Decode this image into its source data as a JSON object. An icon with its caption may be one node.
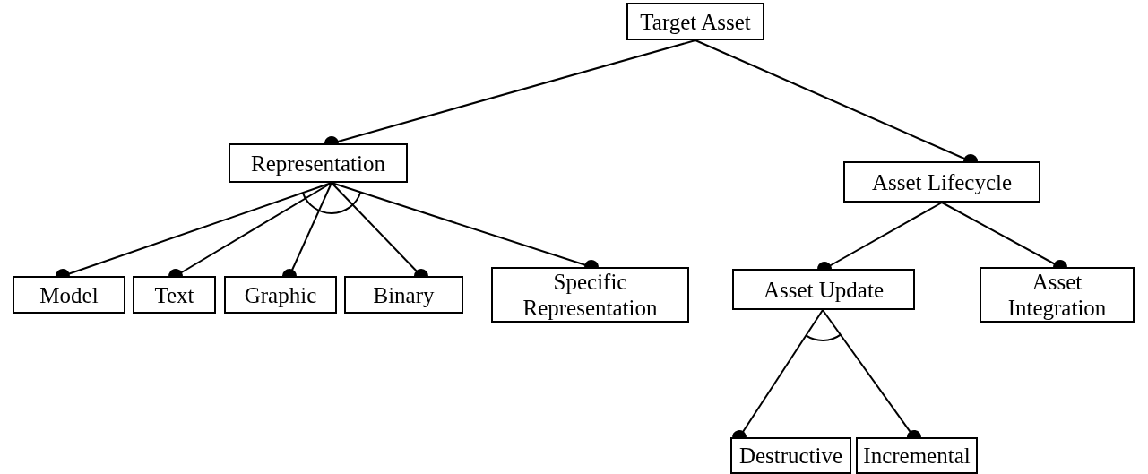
{
  "diagram": {
    "nodes": [
      {
        "text": [
          "Target Asset"
        ]
      },
      {
        "text": [
          "Representation"
        ]
      },
      {
        "text": [
          "Asset Lifecycle"
        ]
      },
      {
        "text": [
          "Model"
        ]
      },
      {
        "text": [
          "Text"
        ]
      },
      {
        "text": [
          "Graphic"
        ]
      },
      {
        "text": [
          "Binary"
        ]
      },
      {
        "text": [
          "Specific Representation"
        ]
      },
      {
        "text": [
          "Asset Update"
        ]
      },
      {
        "text": [
          "Asset Integration"
        ]
      },
      {
        "text": [
          "Destructive"
        ]
      },
      {
        "text": [
          "Incremental"
        ]
      }
    ],
    "edges": [
      {
        "from": 0,
        "to": 1,
        "arrow": "other"
      },
      {
        "from": 0,
        "to": 2,
        "arrow": "other"
      },
      {
        "from": 1,
        "to": 3,
        "arrow": "other"
      },
      {
        "from": 1,
        "to": 4,
        "arrow": "other"
      },
      {
        "from": 1,
        "to": 5,
        "arrow": "other"
      },
      {
        "from": 1,
        "to": 6,
        "arrow": "other"
      },
      {
        "from": 1,
        "to": 7,
        "arrow": "other"
      },
      {
        "from": 2,
        "to": 8,
        "arrow": "other"
      },
      {
        "from": 2,
        "to": 9,
        "arrow": "other"
      },
      {
        "from": 8,
        "to": 10,
        "arrow": "other"
      },
      {
        "from": 8,
        "to": 11,
        "arrow": "other"
      }
    ]
  }
}
